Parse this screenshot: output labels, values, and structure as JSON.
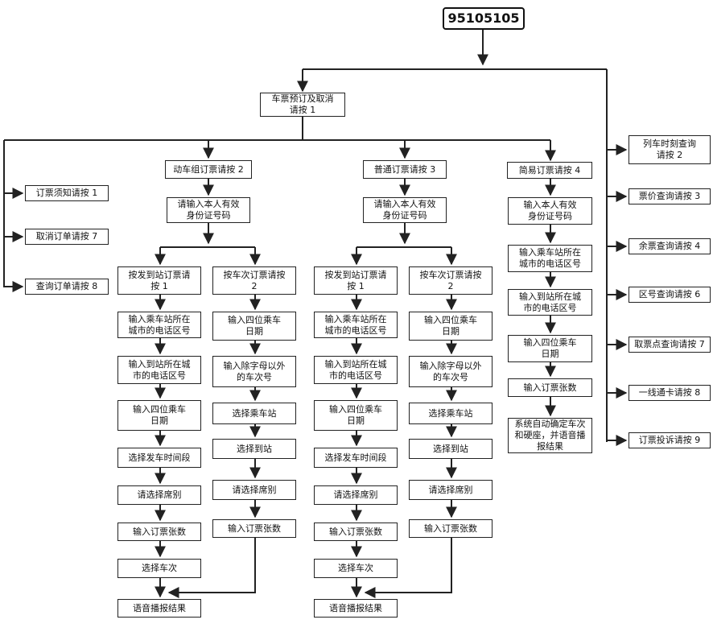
{
  "diagram": {
    "root": "95105105",
    "main_menu": {
      "ticket_booking": "车票预订及取消\n请按 1",
      "timetable": "列车时刻查询\n请按 2",
      "price": "票价查询请按 3",
      "remaining": "余票查询请按 4",
      "area_code": "区号查询请按 6",
      "pickup_point": "取票点查询请按 7",
      "one_card": "一线通卡请按 8",
      "complaint": "订票投诉请按 9"
    },
    "booking_menu": {
      "notice": "订票须知请按 1",
      "cancel": "取消订单请按 7",
      "query": "查询订单请按 8",
      "emu": "动车组订票请按 2",
      "normal": "普通订票请按 3",
      "simple": "简易订票请按 4"
    },
    "emu_branch": {
      "enter_id": "请输入本人有效\n身份证号码",
      "by_station": "按发到站订票请\n按 1",
      "by_train": "按车次订票请按\n2",
      "s_steps": [
        "输入乘车站所在\n城市的电话区号",
        "输入到站所在城\n市的电话区号",
        "输入四位乘车\n日期",
        "选择发车时间段",
        "请选择席别",
        "输入订票张数",
        "选择车次"
      ],
      "t_steps": [
        "输入四位乘车\n日期",
        "输入除字母以外\n的车次号",
        "选择乘车站",
        "选择到站",
        "请选择席别",
        "输入订票张数"
      ],
      "result": "语音播报结果"
    },
    "normal_branch": {
      "enter_id": "请输入本人有效\n身份证号码",
      "by_station": "按发到站订票请\n按 1",
      "by_train": "按车次订票请按\n2",
      "s_steps": [
        "输入乘车站所在\n城市的电话区号",
        "输入到站所在城\n市的电话区号",
        "输入四位乘车\n日期",
        "选择发车时间段",
        "请选择席别",
        "输入订票张数",
        "选择车次"
      ],
      "t_steps": [
        "输入四位乘车\n日期",
        "输入除字母以外\n的车次号",
        "选择乘车站",
        "选择到站",
        "请选择席别",
        "输入订票张数"
      ],
      "result": "语音播报结果"
    },
    "simple_branch": {
      "steps": [
        "输入本人有效\n身份证号码",
        "输入乘车站所在\n城市的电话区号",
        "输入到站所在城\n市的电话区号",
        "输入四位乘车\n日期",
        "输入订票张数",
        "系统自动确定车次\n和硬座，并语音播\n报结果"
      ]
    }
  }
}
